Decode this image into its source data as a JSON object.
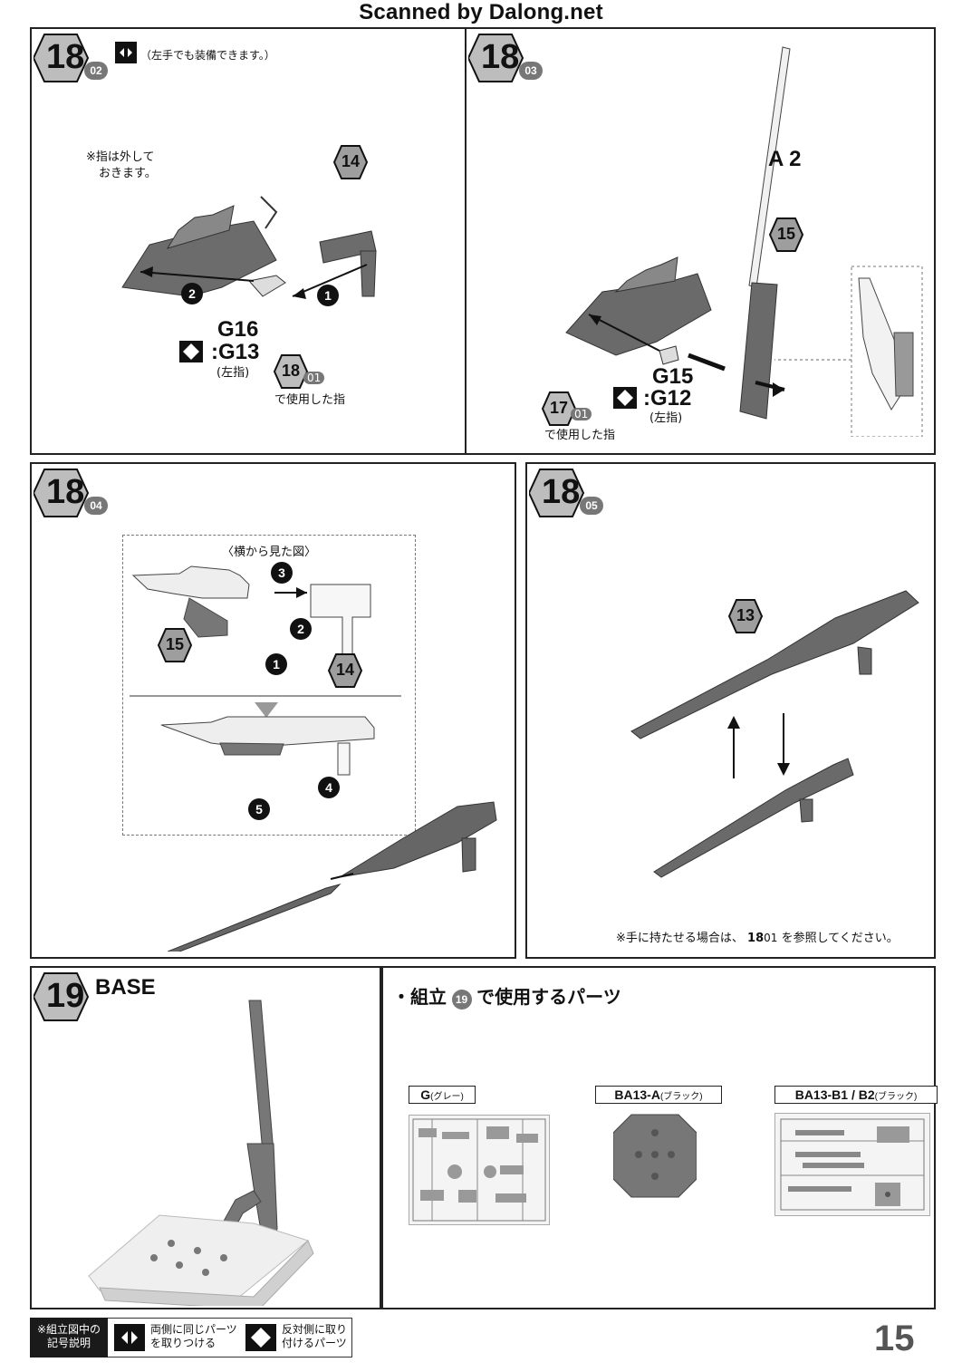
{
  "header": {
    "scan_credit": "Scanned by Dalong.net"
  },
  "panel_18_02": {
    "step": "18",
    "substep": "02",
    "note": "（左手でも装備できます。）",
    "instruction_note_line1": "※指は外して",
    "instruction_note_line2": "おきます。",
    "part_14": "14",
    "parts_main": "G",
    "parts_main_num": "16",
    "parts_alt": "G",
    "parts_alt_num": "13",
    "parts_alt_note": "(左指)",
    "ref_step": "18",
    "ref_sub": "01",
    "ref_text": "で使用した指",
    "step1": "1",
    "step2": "2"
  },
  "panel_18_03": {
    "step": "18",
    "substep": "03",
    "part_a": "A",
    "part_a_num": "2",
    "part_15": "15",
    "parts_main": "G",
    "parts_main_num": "15",
    "parts_alt": "G",
    "parts_alt_num": "12",
    "parts_alt_note": "(左指)",
    "ref_step": "17",
    "ref_sub": "01",
    "ref_text": "で使用した指"
  },
  "panel_18_04": {
    "step": "18",
    "substep": "04",
    "side_view_label": "〈横から見た図〉",
    "part_15": "15",
    "part_14": "14",
    "steps": [
      "3",
      "2",
      "1",
      "4",
      "5"
    ]
  },
  "panel_18_05": {
    "step": "18",
    "substep": "05",
    "part_13": "13",
    "note_pre": "※手に持たせる場合は、",
    "note_ref": "18",
    "note_ref_sub": "01",
    "note_post": "を参照してください。"
  },
  "panel_19": {
    "step": "19",
    "title": "BASE"
  },
  "parts_used": {
    "heading_pre": "・組立",
    "heading_step": "19",
    "heading_post": "で使用するパーツ",
    "sheets": [
      {
        "name": "G",
        "color": "(グレー)"
      },
      {
        "name": "BA13-A",
        "color": "(ブラック)"
      },
      {
        "name": "BA13-B1 / B2",
        "color": "(ブラック)"
      }
    ]
  },
  "footer": {
    "legend_title_line1": "※組立図中の",
    "legend_title_line2": "記号説明",
    "legend1_line1": "両側に同じパーツ",
    "legend1_line2": "を取りつける",
    "legend2_line1": "反対側に取り",
    "legend2_line2": "付けるパーツ",
    "page_number": "15"
  }
}
